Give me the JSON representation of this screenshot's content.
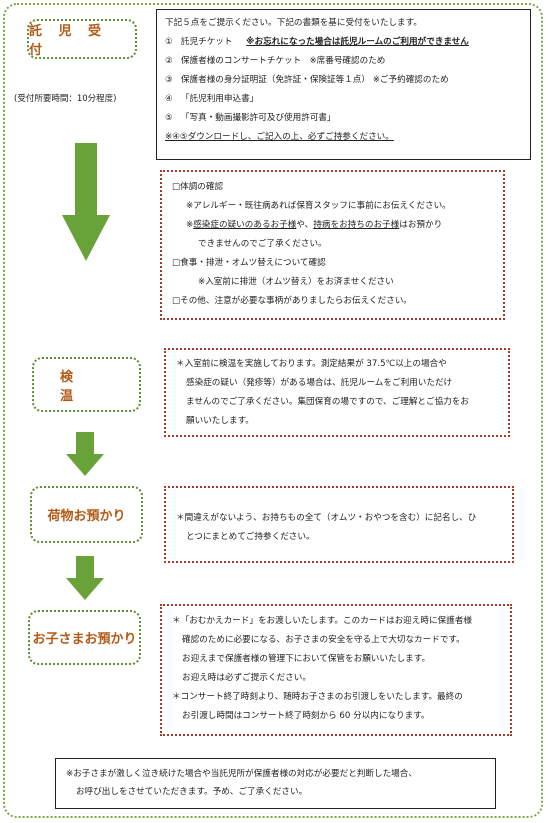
{
  "steps": {
    "reception": {
      "label": "託 児 受 付",
      "time_note": "(受付所要時間：10分程度)",
      "intro": "下記５点をご提示ください。下記の書類を基に受付をいたします。",
      "items": [
        {
          "num": "①",
          "text": "託児チケット",
          "warning": "※お忘れになった場合は託児ルームのご利用ができません"
        },
        {
          "num": "②",
          "text": "保護者様のコンサートチケット",
          "note": "※席番号確認のため"
        },
        {
          "num": "③",
          "text": "保護者様の身分証明証（免許証・保険証等１点）",
          "note": "※ご予約確認のため"
        },
        {
          "num": "④",
          "text": "「託児利用申込書」"
        },
        {
          "num": "⑤",
          "text": "「写真・動画撮影許可及び使用許可書」"
        }
      ],
      "footer": "※④⑤ダウンロードし、ご記入の上、必ずご持参ください。"
    },
    "health_check": {
      "l1": "□体調の確認",
      "l2": "※アレルギー・既往病あれば保育スタッフに事前にお伝えください。",
      "l3a": "※",
      "l3b": "感染症の疑いのあるお子様",
      "l3c": "や、",
      "l3d": "持病をお持ちのお子様",
      "l3e": "はお預かり",
      "l4": "できませんのでご了承ください。",
      "l5": "□食事・排泄・オムツ替えについて確認",
      "l6": "※入室前に排泄（オムツ替え）をお済ませください",
      "l7": "□その他、注意が必要な事柄がありましたらお伝えください。"
    },
    "temperature": {
      "label": "検 温",
      "lines": [
        "＊入室前に検温を実施しております。測定結果が 37.5℃以上の場合や",
        "感染症の疑い（発疹等）がある場合は、託児ルームをご利用いただけ",
        "ませんのでご了承ください。集団保育の場ですので、ご理解とご協力をお",
        "願いいたします。"
      ]
    },
    "belongings": {
      "label": "荷物お預かり",
      "lines": [
        "＊間違えがないよう、お持ちもの全て（オムツ・おやつを含む）に記名し、ひ",
        "とつにまとめてご持参ください。"
      ]
    },
    "child_care": {
      "label": "お子さまお預かり",
      "lines": [
        "＊「おむかえカード」をお渡しいたします。このカードはお迎え時に保護者様",
        "確認のために必要になる、お子さまの安全を守る上で大切なカードです。",
        "お迎えまで保護者様の管理下において保管をお願いいたします。",
        "お迎え時は必ずご提示ください。",
        "＊コンサート終了時刻より、随時お子さまのお引渡しをいたします。最終の",
        "お引渡し時間はコンサート終了時刻から 60 分以内になります。"
      ]
    }
  },
  "bottom_note": [
    "※お子さまが激しく泣き続けた場合や当託児所が保護者様の対応が必要だと判断した場合、",
    "お呼び出しをさせていただきます。予め、ご了承ください。"
  ],
  "colors": {
    "arrow_green": "#6aa23a",
    "label_text": "#b35a16",
    "label_border": "#5e8f33",
    "box_border_red": "#a33a2a",
    "warning_red": "#c0282e"
  }
}
